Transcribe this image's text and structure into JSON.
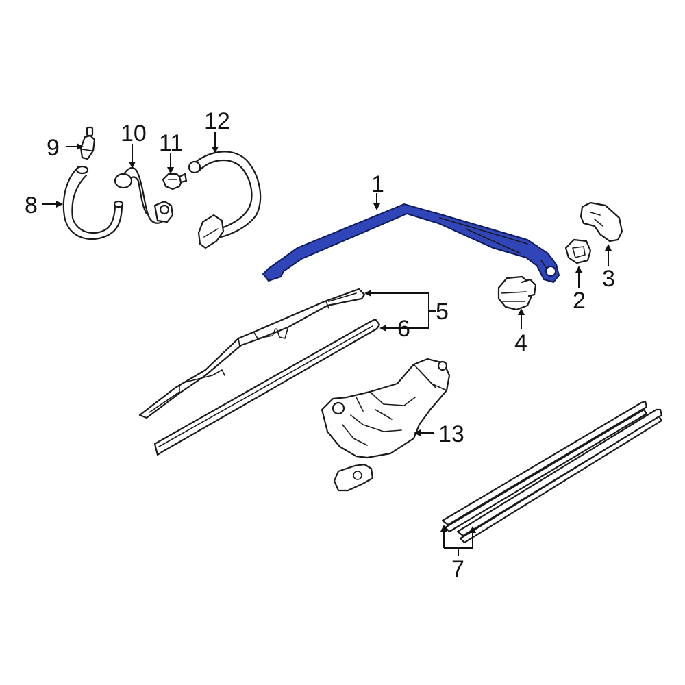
{
  "diagram": {
    "highlight_color": "#2f45b8",
    "callouts": [
      {
        "id": "1",
        "label": "1"
      },
      {
        "id": "2",
        "label": "2"
      },
      {
        "id": "3",
        "label": "3"
      },
      {
        "id": "4",
        "label": "4"
      },
      {
        "id": "5",
        "label": "5"
      },
      {
        "id": "6",
        "label": "6"
      },
      {
        "id": "7",
        "label": "7"
      },
      {
        "id": "8",
        "label": "8"
      },
      {
        "id": "9",
        "label": "9"
      },
      {
        "id": "10",
        "label": "10"
      },
      {
        "id": "11",
        "label": "11"
      },
      {
        "id": "12",
        "label": "12"
      },
      {
        "id": "13",
        "label": "13"
      }
    ]
  }
}
